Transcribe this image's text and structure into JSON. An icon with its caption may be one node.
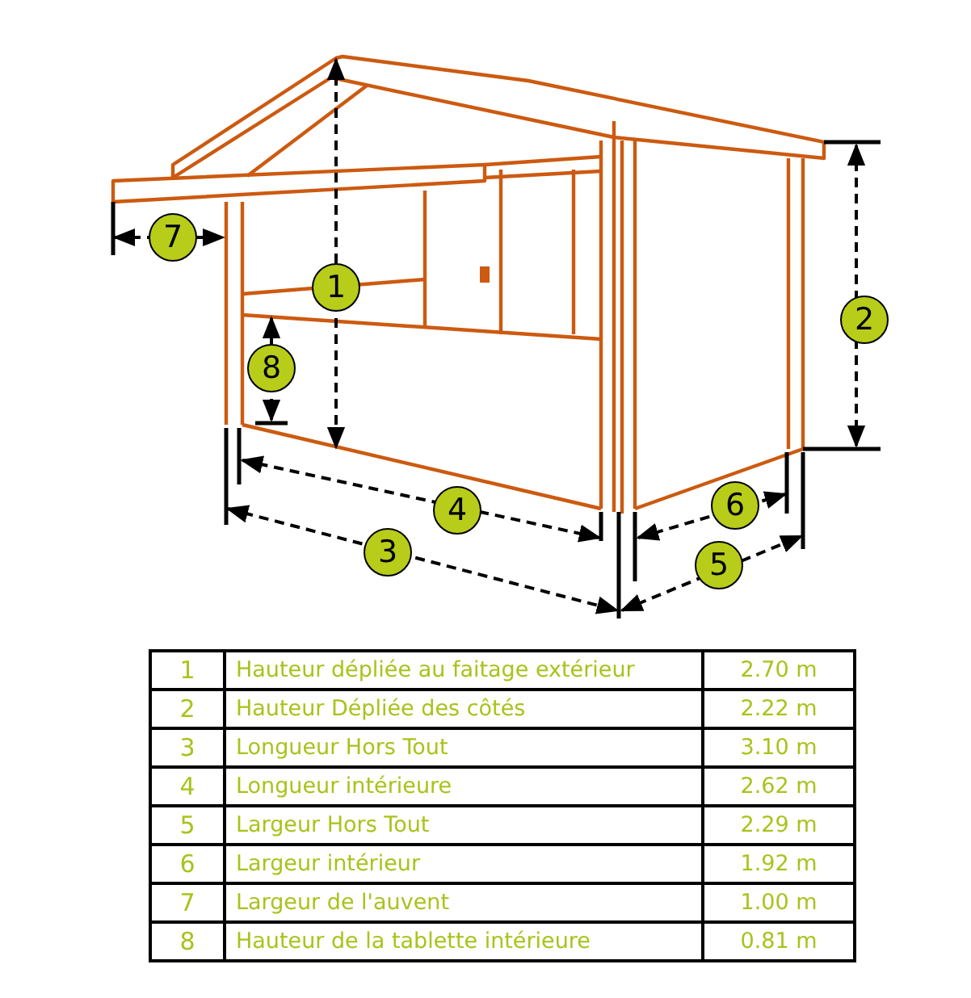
{
  "diagram": {
    "labels": [
      "7",
      "1",
      "2",
      "8",
      "4",
      "6",
      "3",
      "5",
      "1",
      "Hauteur dépliée au faitage extérieur",
      "2.70 m",
      "2",
      "Hauteur Dépliée des côtés",
      "2.22 m",
      "3",
      "Longueur Hors Tout",
      "3.10 m",
      "4",
      "Longueur intérieure",
      "2.62 m",
      "5",
      "Largeur Hors Tout",
      "2.29 m",
      "6",
      "Largeur intérieur",
      "1.92 m",
      "7",
      "Largeur de l'auvent",
      "1.00 m",
      "8",
      "Hauteur de la tablette intérieure",
      "0.81 m"
    ]
  }
}
